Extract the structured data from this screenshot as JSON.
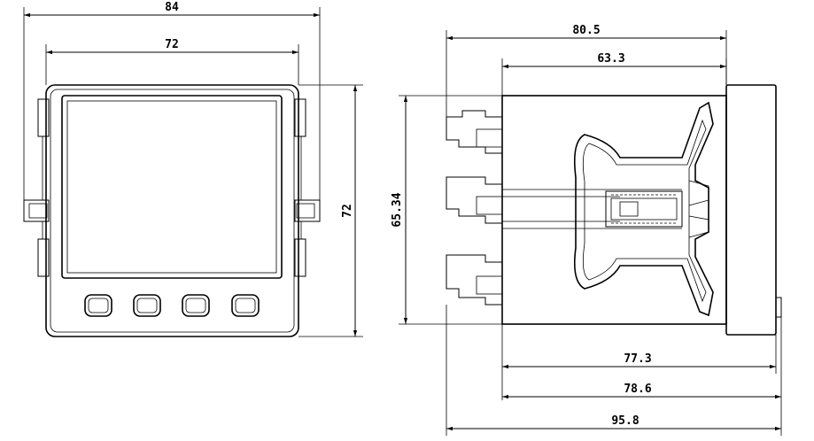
{
  "front_view": {
    "dims": {
      "overall_width": "84",
      "bezel_width": "72",
      "height": "72"
    },
    "buttons": [
      "",
      "",
      "",
      ""
    ]
  },
  "side_view": {
    "dims": {
      "top_overall": "80.5",
      "top_body": "63.3",
      "height": "65.34",
      "bottom_1": "77.3",
      "bottom_2": "78.6",
      "bottom_overall": "95.8"
    }
  }
}
